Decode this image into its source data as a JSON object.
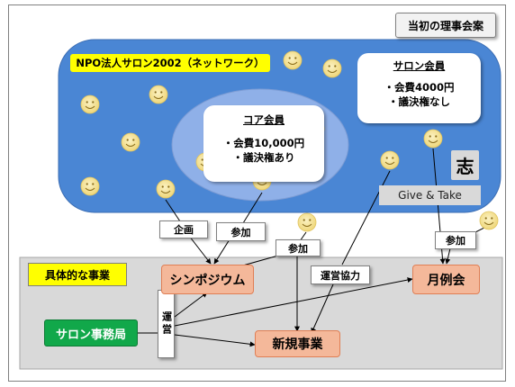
{
  "header_box": "当初の理事会案",
  "salon_title": "NPO法人サロン2002（ネットワーク）",
  "salon_member": {
    "title": "サロン会員",
    "line1": "・会費4000円",
    "line2": "・議決権なし"
  },
  "core_member": {
    "title": "コア会員",
    "line1": "・会費10,000円",
    "line2": "・議決権あり"
  },
  "kokorozashi": "志",
  "give_take": "Give & Take",
  "labels": {
    "kikaku": "企画",
    "sanka_1": "参加",
    "sanka_2": "参加",
    "sanka_3": "参加",
    "unei_kyoryoku": "運営協力",
    "unei": "運営"
  },
  "projects": {
    "heading": "具体的な事業",
    "symposium": "シンポジウム",
    "monthly": "月例会",
    "new_business": "新規事業",
    "office": "サロン事務局"
  },
  "colors": {
    "salon_fill": "#4a86d4",
    "core_ellipse": "#8fb0e8",
    "project_fill": "#f4b89a",
    "office_fill": "#11a84a",
    "heading_fill": "#ffff00",
    "title_fill": "#ffff00",
    "grey_panel": "#d9d9d9",
    "smiley": "#f6e49a"
  }
}
